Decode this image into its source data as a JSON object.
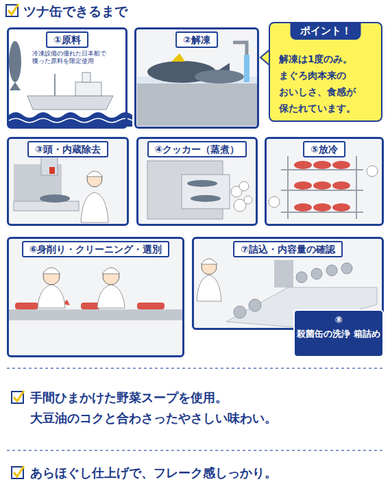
{
  "diagram": {
    "title": "ツナ缶できるまで",
    "nodes": [
      {
        "text": [
          "①原料",
          "冷凍設備の優れた日本船で 獲った原料を限定使用"
        ]
      },
      {
        "text": [
          "②解凍"
        ]
      },
      {
        "text": [
          "ポイント！",
          "解凍は1度のみ。 まぐろ肉本来の おいしさ、食感が 保たれています。"
        ]
      },
      {
        "text": [
          "③頭・内蔵除去"
        ]
      },
      {
        "text": [
          "④クッカー（蒸煮）"
        ]
      },
      {
        "text": [
          "⑤放冷"
        ]
      },
      {
        "text": [
          "⑥身削り・クリーニング・選別"
        ]
      },
      {
        "text": [
          "⑦詰込・内容量の確認"
        ]
      },
      {
        "text": [
          "⑧",
          "殺菌缶の洗浄 箱詰め"
        ]
      }
    ],
    "labels": [
      "手間ひまかけた野菜スープを使用。 大豆油のコクと合わさったやさしい味わい。",
      "あらほぐし仕上げで、フレーク感しっかり。"
    ]
  }
}
